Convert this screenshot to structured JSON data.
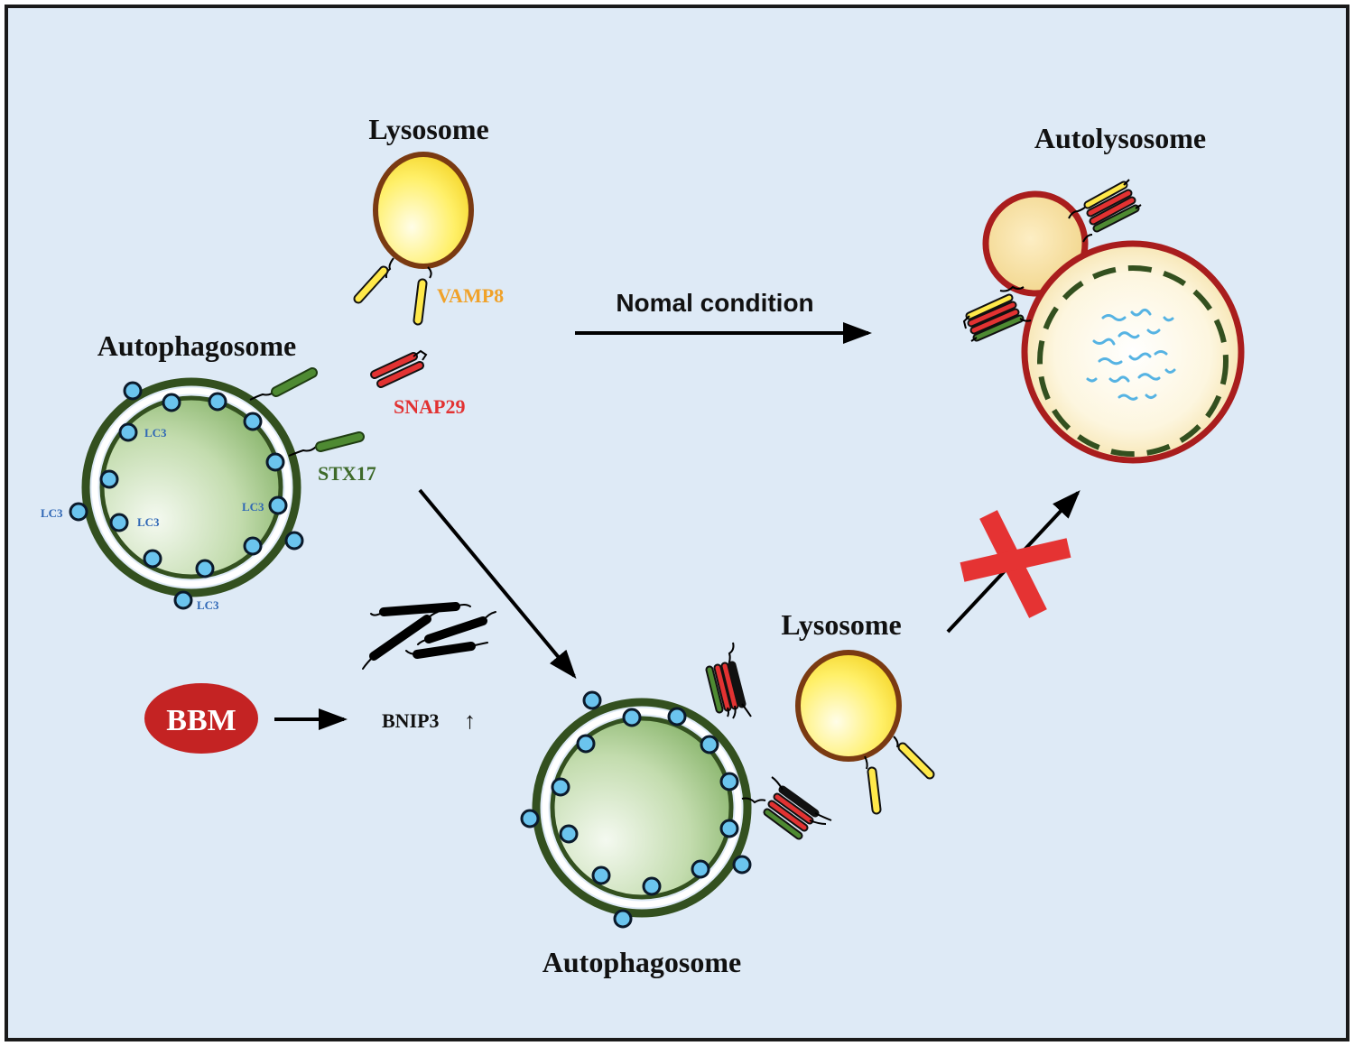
{
  "labels": {
    "lysosome_top": "Lysosome",
    "autolysosome": "Autolysosome",
    "vamp8": "VAMP8",
    "snap29": "SNAP29",
    "stx17": "STX17",
    "autophagosome_top": "Autophagosome",
    "normal_condition": "Nomal condition",
    "lc3": "LC3",
    "bbm": "BBM",
    "bnip3": "BNIP3",
    "up_arrow": "↑",
    "lysosome_bottom": "Lysosome",
    "autophagosome_bottom": "Autophagosome"
  },
  "colors": {
    "background": "#deeaf6",
    "frame": "#1a1a1a",
    "autophagosome_membrane": "#33501f",
    "autophagosome_lumen": "#9cc283",
    "lc3_dot": "#6bc4ee",
    "lysosome_fill": "#ffe94a",
    "lysosome_border": "#7a3a12",
    "autolysosome_border": "#a91d1d",
    "autolysosome_fill": "#fbefc4",
    "vamp8": "#f0a22a",
    "snap29": "#e23232",
    "stx17": "#4e8a32",
    "bbm": "#c42323",
    "block_cross": "#e53333"
  }
}
